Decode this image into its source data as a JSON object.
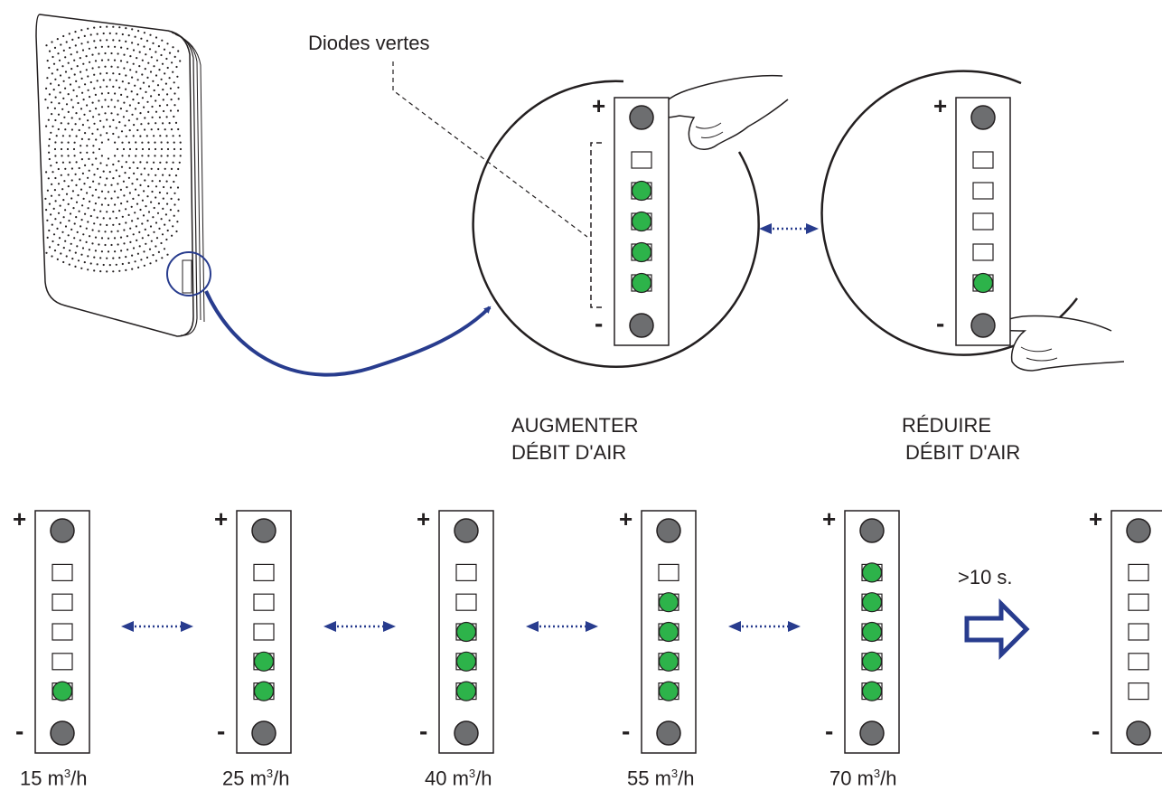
{
  "diagram": {
    "callout_label": "Diodes vertes",
    "increase": {
      "line1": "AUGMENTER",
      "line2": "DÉBIT D'AIR"
    },
    "reduce": {
      "line1": "RÉDUIRE",
      "line2": "DÉBIT D'AIR"
    },
    "plus_sign": "+",
    "minus_sign": "-",
    "timeout_label": ">10 s.",
    "unit_prefix": "m",
    "unit_exponent": "3",
    "unit_suffix": "/h",
    "levels": [
      {
        "value": "15",
        "leds_lit": 1
      },
      {
        "value": "25",
        "leds_lit": 2
      },
      {
        "value": "40",
        "leds_lit": 3
      },
      {
        "value": "55",
        "leds_lit": 4
      },
      {
        "value": "70",
        "leds_lit": 5
      }
    ],
    "after_timeout_leds_lit": 0,
    "zoom_increase_leds_lit": 4,
    "zoom_reduce_leds_lit": 1,
    "colors": {
      "led_on": "#2db34a",
      "button": "#6d6e70",
      "arrow": "#283c8e",
      "line": "#231f20"
    }
  }
}
